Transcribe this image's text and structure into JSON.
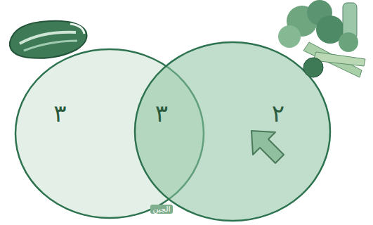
{
  "diagram": {
    "nodes": [
      {
        "text": [
          "٣"
        ]
      },
      {
        "text": [
          "٢"
        ]
      }
    ],
    "labels": [
      "٣",
      "الجبن"
    ]
  }
}
